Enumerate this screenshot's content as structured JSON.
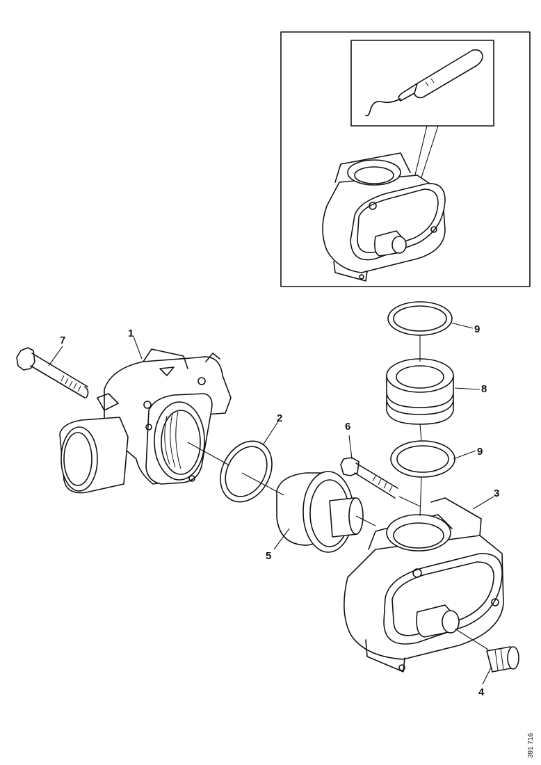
{
  "figure": {
    "reference_code": "391 716",
    "callouts": [
      {
        "id": "c1",
        "label": "1"
      },
      {
        "id": "c2",
        "label": "2"
      },
      {
        "id": "c3",
        "label": "3"
      },
      {
        "id": "c4",
        "label": "4"
      },
      {
        "id": "c5",
        "label": "5"
      },
      {
        "id": "c6",
        "label": "6"
      },
      {
        "id": "c7",
        "label": "7"
      },
      {
        "id": "c8",
        "label": "8"
      },
      {
        "id": "c9a",
        "label": "9"
      },
      {
        "id": "c9b",
        "label": "9"
      }
    ]
  }
}
